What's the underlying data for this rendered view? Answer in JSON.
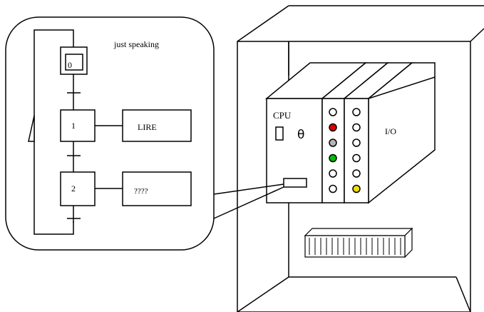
{
  "callout": {
    "caption": "just speaking"
  },
  "grafcet": {
    "steps": [
      {
        "label": "0",
        "initial": true
      },
      {
        "label": "1",
        "initial": false
      },
      {
        "label": "2",
        "initial": false
      }
    ],
    "actions": [
      {
        "label": "LIRE"
      },
      {
        "label": "????"
      }
    ]
  },
  "plc": {
    "cpu_label": "CPU",
    "io_label": "I/O",
    "led_column_1": [
      "#ffffff",
      "#e00000",
      "#b4b4b4",
      "#00c000",
      "#ffffff",
      "#ffffff"
    ],
    "led_column_2": [
      "#ffffff",
      "#ffffff",
      "#ffffff",
      "#ffffff",
      "#ffffff",
      "#f0e000"
    ]
  },
  "colors": {
    "stroke": "#000000",
    "background": "#ffffff"
  }
}
